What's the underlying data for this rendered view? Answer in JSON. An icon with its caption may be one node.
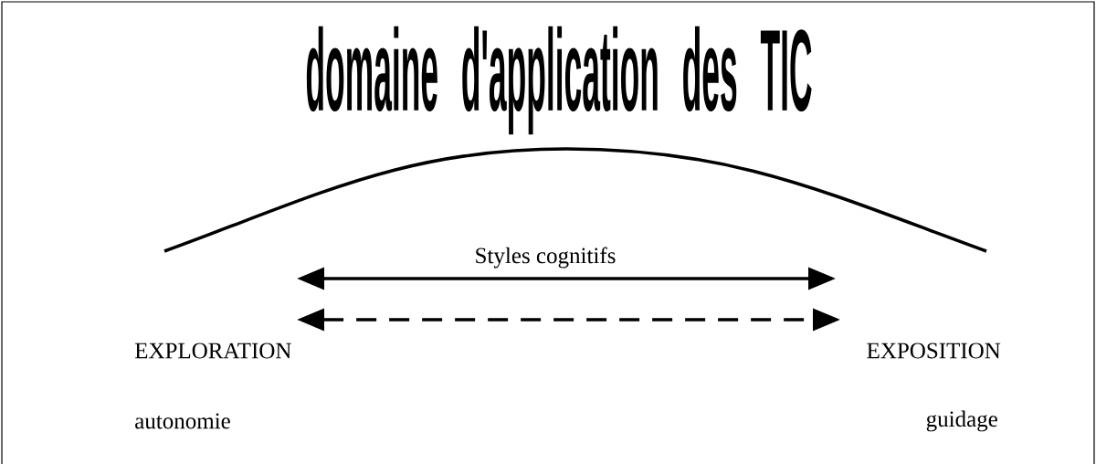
{
  "diagram": {
    "title": "domaine d'application des TIC",
    "labels": [
      "Styles cognitifs",
      "EXPLORATION",
      "EXPOSITION",
      "autonomie",
      "guidage"
    ]
  }
}
